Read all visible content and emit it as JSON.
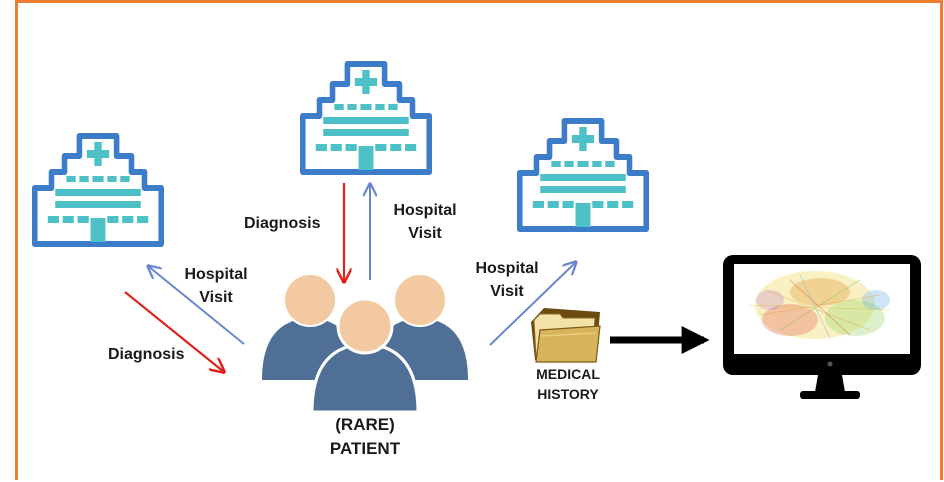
{
  "colors": {
    "frame": "#ED7D31",
    "hospital_outline": "#3D7CC9",
    "hospital_fill": "#4EC0C7",
    "diagnosis_arrow": "#E0201A",
    "visit_arrow": "#6A86D0",
    "person_head": "#F2C9A0",
    "person_body": "#4F6F96",
    "folder": "#D9B35A",
    "monitor": "#000000"
  },
  "icons": [
    "hospital-icon",
    "patients-icon",
    "folder-icon",
    "monitor-icon",
    "network-graph"
  ],
  "labels": {
    "left_diagnosis": "Diagnosis",
    "left_visit_line1": "Hospital",
    "left_visit_line2": "Visit",
    "center_diagnosis": "Diagnosis",
    "center_visit_line1": "Hospital",
    "center_visit_line2": "Visit",
    "right_visit_line1": "Hospital",
    "right_visit_line2": "Visit",
    "medical_history_line1": "MEDICAL",
    "medical_history_line2": "HISTORY",
    "patient_line1": "(RARE)",
    "patient_line2": "PATIENT"
  }
}
